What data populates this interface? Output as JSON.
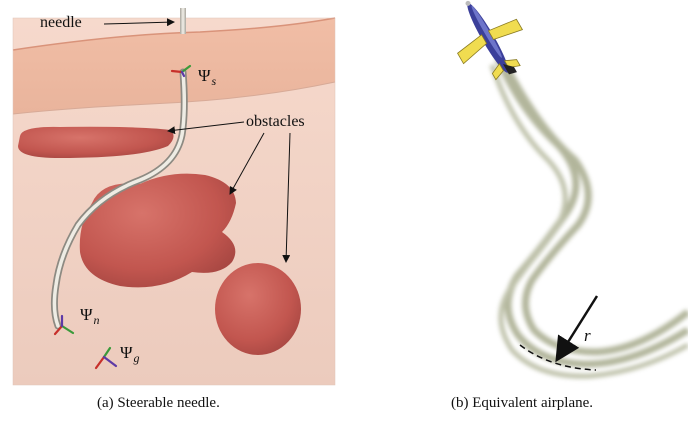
{
  "panel_a": {
    "needle_label": "needle",
    "obstacles_label": "obstacles",
    "psi_s": {
      "symbol": "Ψ",
      "sub": "s"
    },
    "psi_n": {
      "symbol": "Ψ",
      "sub": "n"
    },
    "psi_g": {
      "symbol": "Ψ",
      "sub": "g"
    },
    "caption": "(a) Steerable needle."
  },
  "panel_b": {
    "radius_label": "r",
    "caption": "(b) Equivalent airplane."
  },
  "colors": {
    "tissue_surface": "#f3c7b3",
    "tissue_deep": "#f1d6cc",
    "obstacle": "#c95a55",
    "needle_shaft": "#d8d6cf",
    "trajectory": "#8f946a",
    "airplane_wing": "#f0dc50",
    "airplane_body": "#3b3f9a"
  }
}
